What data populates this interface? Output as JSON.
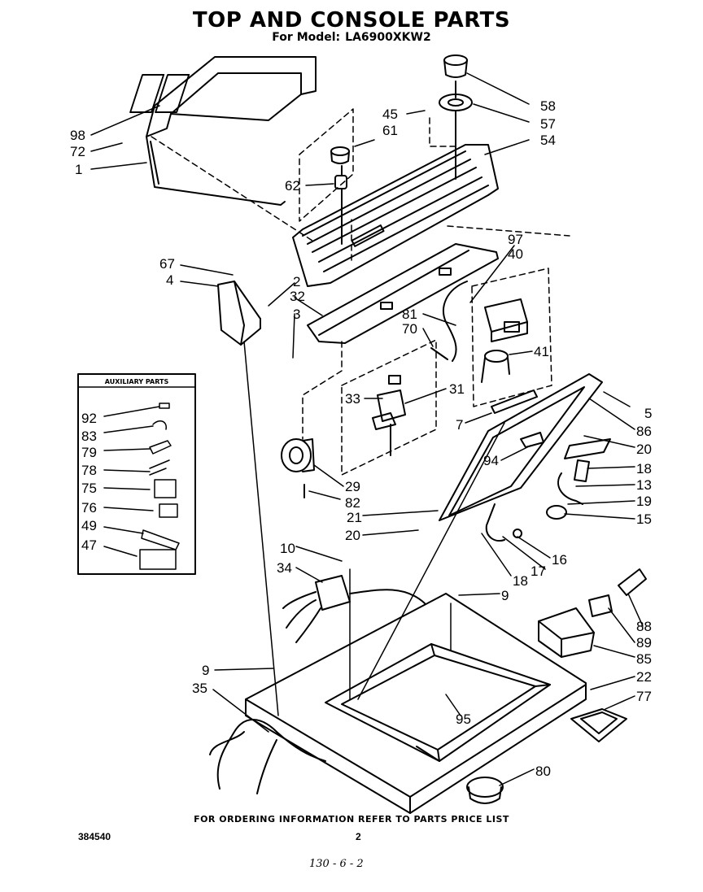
{
  "header": {
    "title": "TOP AND CONSOLE PARTS",
    "model_label": "For Model:",
    "model": "LA6900XKW2"
  },
  "auxiliary": {
    "title": "AUXILIARY PARTS",
    "items": [
      "92",
      "83",
      "79",
      "78",
      "75",
      "76",
      "49",
      "47"
    ]
  },
  "callouts": {
    "c98": "98",
    "c72": "72",
    "c1": "1",
    "c45": "45",
    "c61": "61",
    "c58": "58",
    "c57": "57",
    "c54": "54",
    "c62": "62",
    "c67": "67",
    "c4": "4",
    "c2": "2",
    "c32": "32",
    "c3": "3",
    "c97": "97",
    "c40": "40",
    "c81": "81",
    "c70": "70",
    "c41": "41",
    "c33": "33",
    "c31": "31",
    "c5": "5",
    "c7": "7",
    "c86": "86",
    "c20a": "20",
    "c94": "94",
    "c18a": "18",
    "c13": "13",
    "c19": "19",
    "c15": "15",
    "c29": "29",
    "c82": "82",
    "c21": "21",
    "c20b": "20",
    "c16": "16",
    "c17": "17",
    "c18b": "18",
    "c10": "10",
    "c34": "34",
    "c9a": "9",
    "c88": "88",
    "c89": "89",
    "c85": "85",
    "c9b": "9",
    "c22": "22",
    "c35": "35",
    "c77": "77",
    "c95": "95",
    "c80": "80"
  },
  "footer": {
    "ordering_note": "FOR ORDERING INFORMATION REFER TO PARTS PRICE LIST",
    "document_number": "384540",
    "page_number": "2",
    "handwritten": "130 - 6 - 2"
  }
}
